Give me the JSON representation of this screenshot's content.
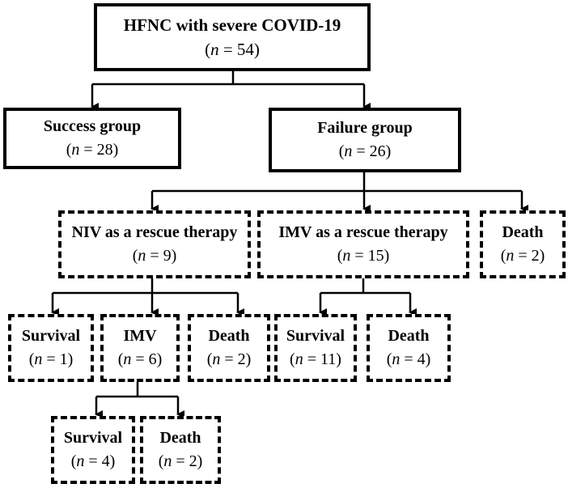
{
  "root": {
    "label": "HFNC with severe COVID-19",
    "n": "54"
  },
  "success": {
    "label": "Success group",
    "n": "28"
  },
  "failure": {
    "label": "Failure group",
    "n": "26"
  },
  "niv": {
    "label": "NIV as a rescue therapy",
    "n": "9"
  },
  "imv_rescue": {
    "label": "IMV as a rescue therapy",
    "n": "15"
  },
  "failure_death": {
    "label": "Death",
    "n": "2"
  },
  "niv_survival": {
    "label": "Survival",
    "n": "1"
  },
  "niv_imv": {
    "label": "IMV",
    "n": "6"
  },
  "niv_death": {
    "label": "Death",
    "n": "2"
  },
  "imv_survival": {
    "label": "Survival",
    "n": "11"
  },
  "imv_death": {
    "label": "Death",
    "n": "4"
  },
  "niv_imv_survival": {
    "label": "Survival",
    "n": "4"
  },
  "niv_imv_death": {
    "label": "Death",
    "n": "2"
  },
  "count_prefix": "n",
  "count_eq": " = "
}
